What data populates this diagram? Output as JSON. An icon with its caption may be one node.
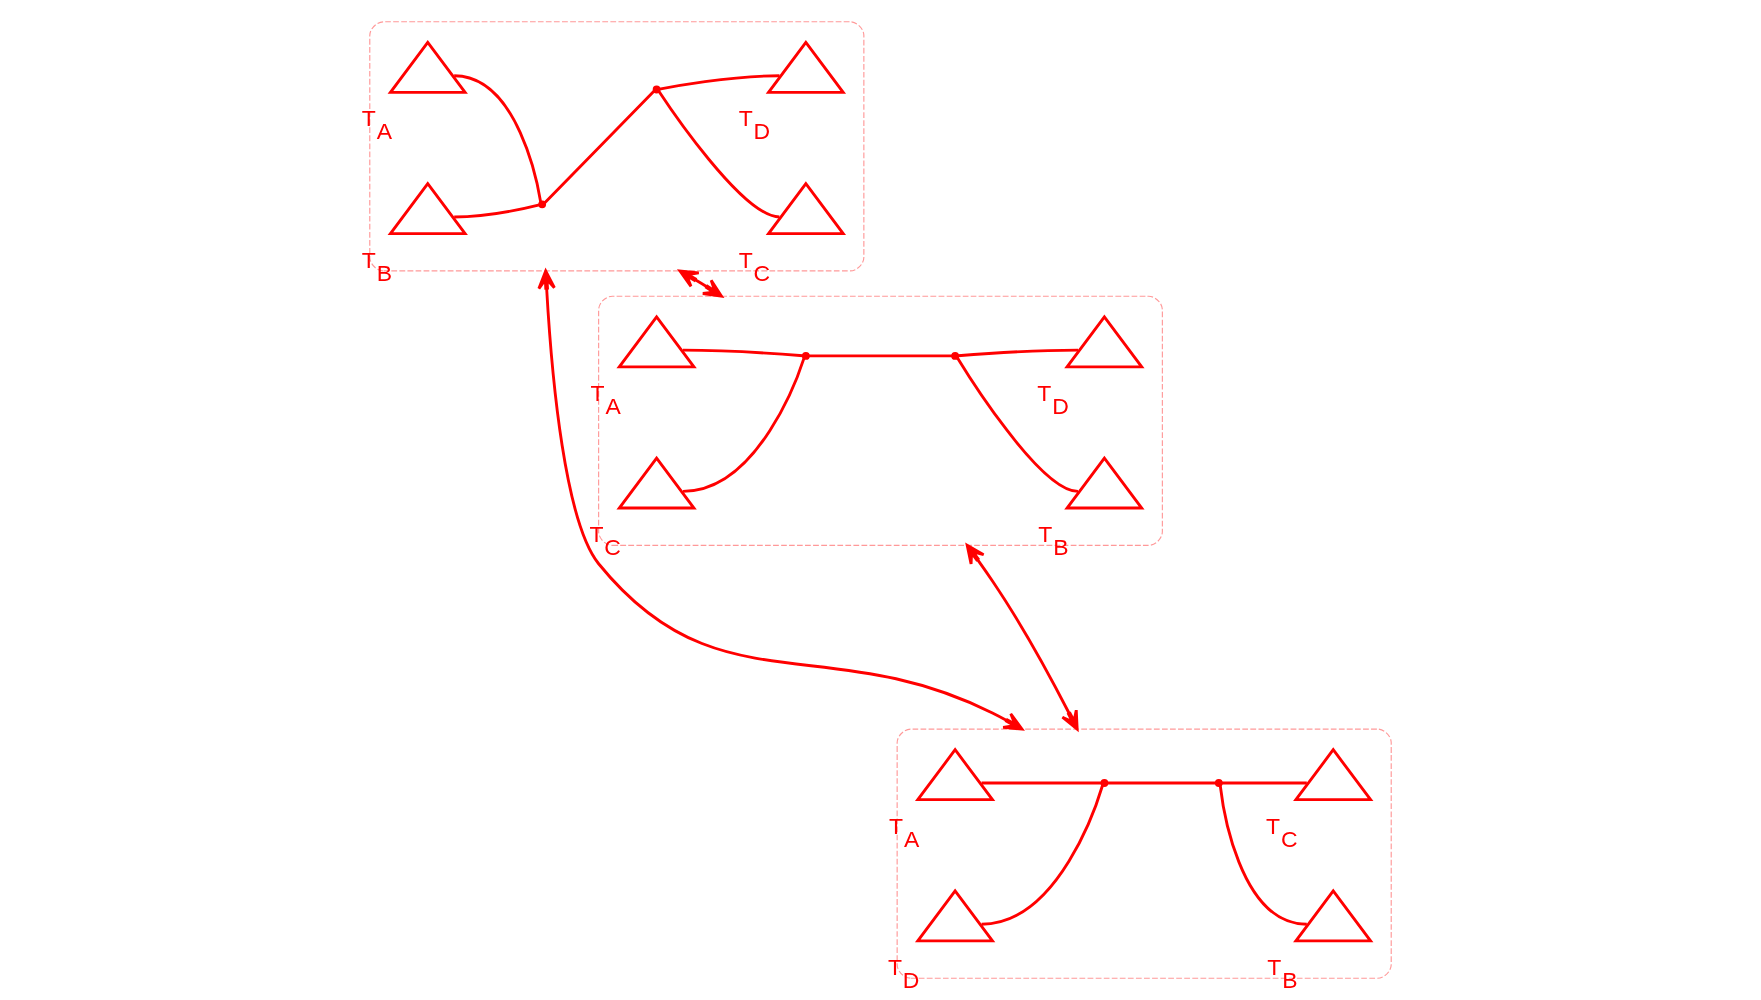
{
  "diagram": {
    "nodes": [
      {
        "text": [],
        "shape": "tree"
      },
      {
        "text": [],
        "shape": "triangle",
        "beside": [
          "T$_{A}$"
        ],
        "in": 0
      },
      {
        "text": [],
        "shape": "triangle",
        "beside": [
          "T$_{B}$"
        ],
        "in": 0
      },
      {
        "text": [],
        "shape": "point",
        "in": 0
      },
      {
        "text": [],
        "shape": "point",
        "in": 0
      },
      {
        "text": [],
        "shape": "triangle",
        "beside": [
          "T$_{C}$"
        ],
        "in": 0
      },
      {
        "text": [],
        "shape": "triangle",
        "beside": [
          "T$_{D}$"
        ],
        "in": 0
      },
      {
        "text": [],
        "shape": "tree"
      },
      {
        "text": [],
        "shape": "triangle",
        "beside": [
          "T$_{A}$"
        ],
        "in": 7
      },
      {
        "text": [],
        "shape": "triangle",
        "beside": [
          "T$_{C}$"
        ],
        "in": 7
      },
      {
        "text": [],
        "shape": "point",
        "in": 7
      },
      {
        "text": [],
        "shape": "point",
        "in": 7
      },
      {
        "text": [],
        "shape": "triangle",
        "beside": [
          "T$_{B}$"
        ],
        "in": 7
      },
      {
        "text": [],
        "shape": "triangle",
        "beside": [
          "T$_{D}$"
        ],
        "in": 7
      },
      {
        "text": [],
        "shape": "tree"
      },
      {
        "text": [],
        "shape": "triangle",
        "beside": [
          "T$_{A}$"
        ],
        "in": 14
      },
      {
        "text": [],
        "shape": "triangle",
        "beside": [
          "T$_{D}$"
        ],
        "in": 14
      },
      {
        "text": [],
        "shape": "point",
        "in": 14
      },
      {
        "text": [],
        "shape": "point",
        "in": 14
      },
      {
        "text": [],
        "shape": "triangle",
        "beside": [
          "T$_{B}$"
        ],
        "in": 14
      },
      {
        "text": [],
        "shape": "triangle",
        "beside": [
          "T$_{C}$"
        ],
        "in": 14
      }
    ],
    "edges": [
      {
        "from": 1,
        "to": 3,
        "arrow": "none"
      },
      {
        "from": 2,
        "to": 3,
        "arrow": "none"
      },
      {
        "from": 3,
        "to": 4,
        "arrow": "none"
      },
      {
        "from": 4,
        "to": 5,
        "arrow": "none"
      },
      {
        "from": 4,
        "to": 6,
        "arrow": "none"
      },
      {
        "from": 8,
        "to": 10,
        "arrow": "none"
      },
      {
        "from": 9,
        "to": 10,
        "arrow": "none"
      },
      {
        "from": 10,
        "to": 11,
        "arrow": "none"
      },
      {
        "from": 11,
        "to": 12,
        "arrow": "none"
      },
      {
        "from": 11,
        "to": 13,
        "arrow": "none"
      },
      {
        "from": 15,
        "to": 17,
        "arrow": "none"
      },
      {
        "from": 16,
        "to": 17,
        "arrow": "none"
      },
      {
        "from": 17,
        "to": 18,
        "arrow": "none"
      },
      {
        "from": 18,
        "to": 19,
        "arrow": "none"
      },
      {
        "from": 18,
        "to": 20,
        "arrow": "none"
      },
      {
        "from": 0,
        "to": 7,
        "arrow": "both"
      },
      {
        "from": 0,
        "to": 14,
        "arrow": "both"
      },
      {
        "from": 7,
        "to": 14,
        "arrow": "both"
      }
    ]
  }
}
